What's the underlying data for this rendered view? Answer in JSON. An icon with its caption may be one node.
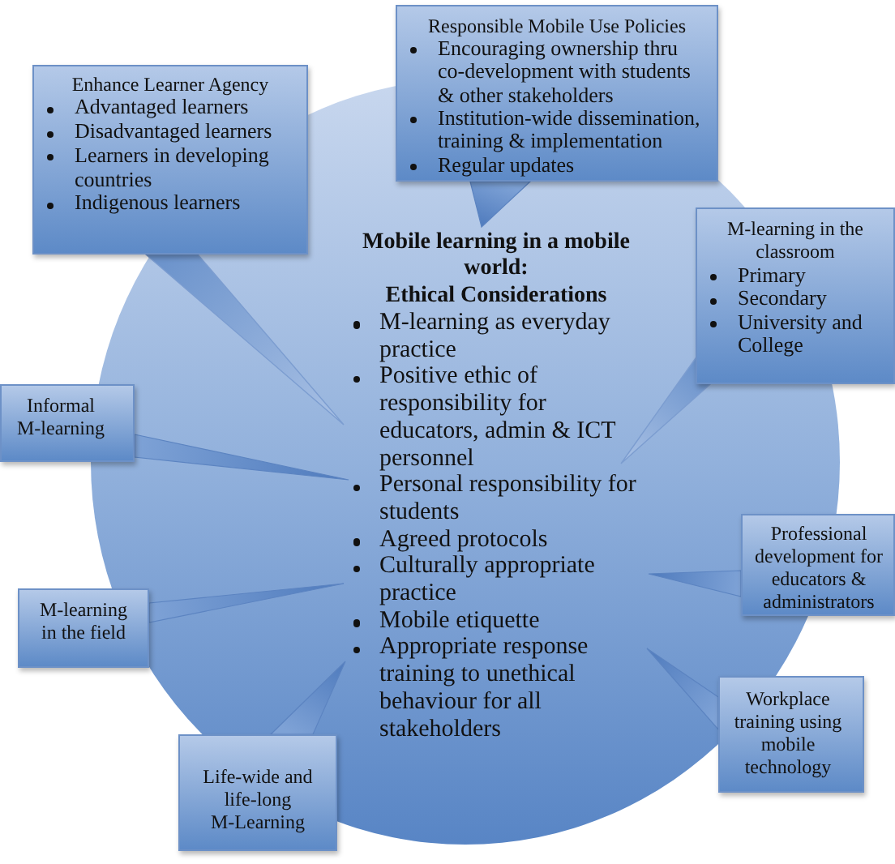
{
  "diagram": {
    "nodes": [
      {
        "text": [
          "Mobile learning in a mobile world:",
          "Ethical Considerations",
          "M-learning as everyday practice",
          "Positive ethic of responsibility for educators, admin & ICT personnel",
          "Personal responsibility for students",
          "Agreed protocols",
          "Culturally appropriate practice",
          "Mobile etiquette",
          "Appropriate response training to unethical behaviour for all stakeholders"
        ]
      },
      {
        "text": [
          "Enhance Learner Agency",
          "Advantaged learners",
          "Disadvantaged learners",
          "Learners in developing countries",
          "Indigenous learners"
        ]
      },
      {
        "text": [
          "Responsible Mobile Use Policies",
          "Encouraging ownership thru co-development with students & other stakeholders",
          "Institution-wide dissemination, training & implementation",
          "Regular updates"
        ]
      },
      {
        "text": [
          "M-learning in the classroom",
          "Primary",
          "Secondary",
          "University and College"
        ]
      },
      {
        "text": [
          "Informal M-learning"
        ]
      },
      {
        "text": [
          "Professional development for educators & administrators"
        ]
      },
      {
        "text": [
          "M-learning in the field"
        ]
      },
      {
        "text": [
          "Workplace training using mobile technology"
        ]
      },
      {
        "text": [
          "Life-wide and life-long M-Learning"
        ]
      }
    ],
    "edges": [
      {
        "from": 1,
        "to": 0,
        "arrow": "none"
      },
      {
        "from": 2,
        "to": 0,
        "arrow": "to"
      },
      {
        "from": 3,
        "to": 0,
        "arrow": "none"
      },
      {
        "from": 4,
        "to": 0,
        "arrow": "to"
      },
      {
        "from": 5,
        "to": 0,
        "arrow": "to"
      },
      {
        "from": 6,
        "to": 0,
        "arrow": "to"
      },
      {
        "from": 7,
        "to": 0,
        "arrow": "to"
      },
      {
        "from": 8,
        "to": 0,
        "arrow": "to"
      }
    ]
  }
}
